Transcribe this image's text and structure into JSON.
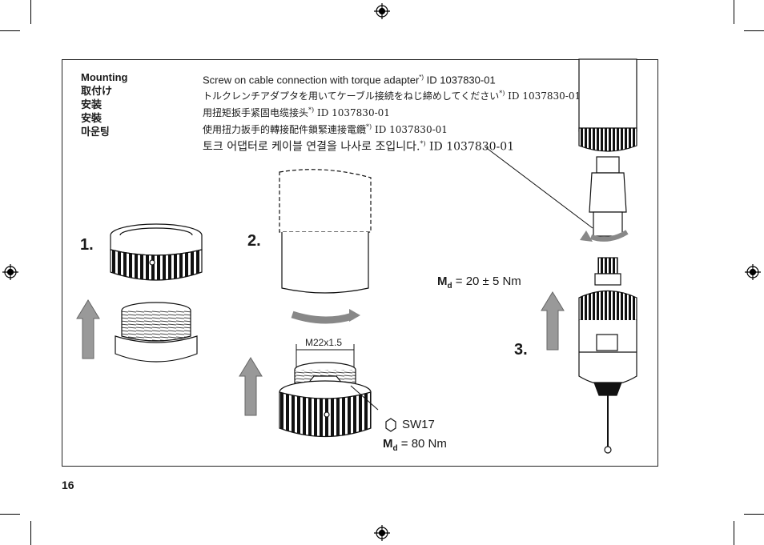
{
  "header": {
    "labels": [
      "Mounting",
      "取付け",
      "安装",
      "安裝",
      "마운팅"
    ],
    "lines": [
      {
        "text": "Screw on cable connection with torque adapter",
        "sup": "*)",
        "tail": " ID 1037830-01",
        "serif": false
      },
      {
        "text": "トルクレンチアダプタを用いてケーブル接続をねじ締めしてください",
        "sup": "*)",
        "tail": " ID 1037830-01",
        "serif": true
      },
      {
        "text": "用扭矩扳手紧固电缆接头",
        "sup": "*)",
        "tail": " ID 1037830-01",
        "serif": true
      },
      {
        "text": "使用扭力扳手的轉接配件鎖緊連接電纜",
        "sup": "*)",
        "tail": " ID 1037830-01",
        "serif": true
      },
      {
        "text": "토크 어댑터로 케이블 연결을 나사로 조입니다.",
        "sup": "*)",
        "tail": " ID 1037830-01",
        "serif": true
      }
    ]
  },
  "steps": {
    "one": "1.",
    "two": "2.",
    "three": "3."
  },
  "annotations": {
    "thread": "M22x1.5",
    "wrench": "SW17",
    "torque_symbol": "M",
    "torque_sub": "d",
    "torque_step2": " = 80 Nm",
    "torque_step3": " = 20 ± 5 Nm"
  },
  "page_number": "16"
}
